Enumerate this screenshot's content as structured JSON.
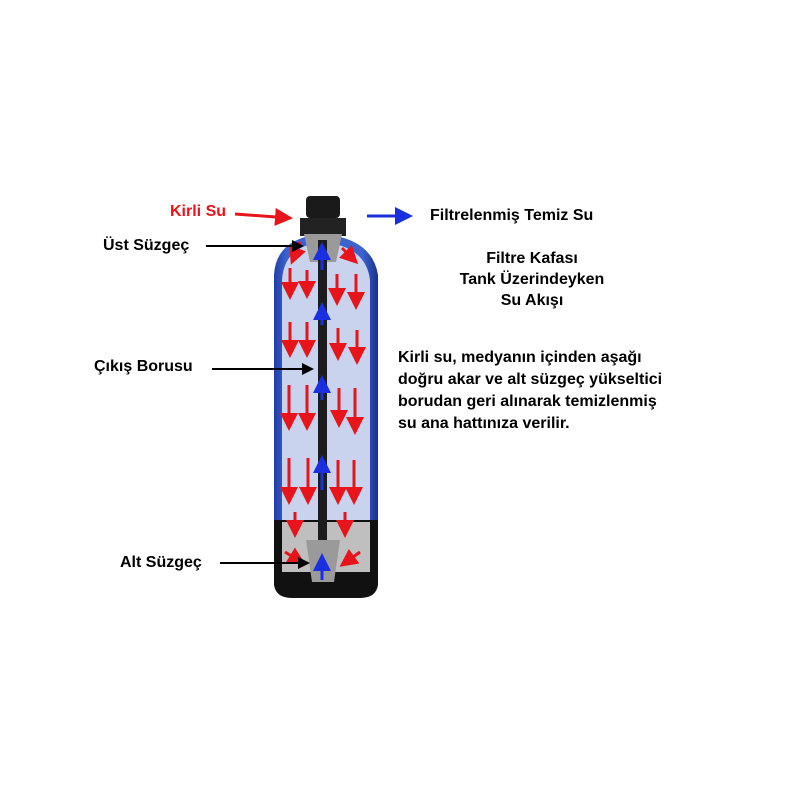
{
  "labels": {
    "dirty_water": "Kirli Su",
    "filtered_water": "Filtrelenmiş Temiz Su",
    "top_strainer": "Üst Süzgeç",
    "outlet_pipe": "Çıkış Borusu",
    "bottom_strainer": "Alt Süzgeç"
  },
  "title": [
    "Filtre Kafası",
    "Tank Üzerindeyken",
    "Su Akışı"
  ],
  "description": [
    "Kirli su, medyanın içinden aşağı",
    "doğru akar ve alt süzgeç yükseltici",
    "borudan geri alınarak temizlenmiş",
    "su ana hattınıza verilir."
  ],
  "colors": {
    "dirty": "#e8141c",
    "clean": "#1a2fe0",
    "tank": "#2447b8",
    "media": "#c9d3ee"
  }
}
